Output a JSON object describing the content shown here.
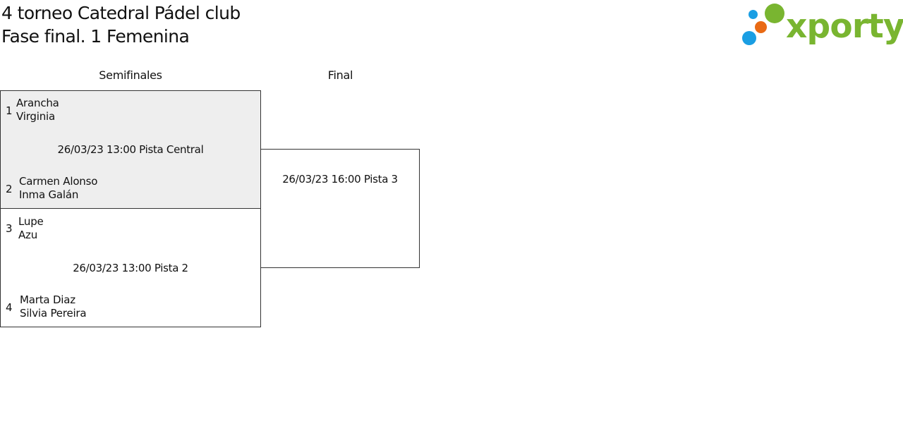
{
  "header": {
    "title_line1": "4 torneo Catedral Pádel club",
    "title_line2": "Fase final. 1 Femenina"
  },
  "logo": {
    "text": "xporty",
    "colors": {
      "green": "#79b530",
      "blue": "#1a9ee3",
      "orange": "#e96a14"
    }
  },
  "rounds": {
    "semifinals_label": "Semifinales",
    "final_label": "Final"
  },
  "semifinals": [
    {
      "highlighted": true,
      "info": "26/03/23 13:00 Pista Central",
      "top": {
        "seed": "1",
        "player1": "Arancha",
        "player2": "Virginia"
      },
      "bottom": {
        "seed": "2",
        "player1": "Carmen Alonso",
        "player2": "Inma Galán"
      }
    },
    {
      "highlighted": false,
      "info": "26/03/23 13:00 Pista 2",
      "top": {
        "seed": "3",
        "player1": "Lupe",
        "player2": "Azu"
      },
      "bottom": {
        "seed": "4",
        "player1": "Marta Diaz",
        "player2": "Silvia Pereira"
      }
    }
  ],
  "final": {
    "info": "26/03/23 16:00 Pista 3"
  },
  "colors": {
    "highlight_bg": "#eeeeee",
    "border": "#333333",
    "text": "#111111"
  }
}
